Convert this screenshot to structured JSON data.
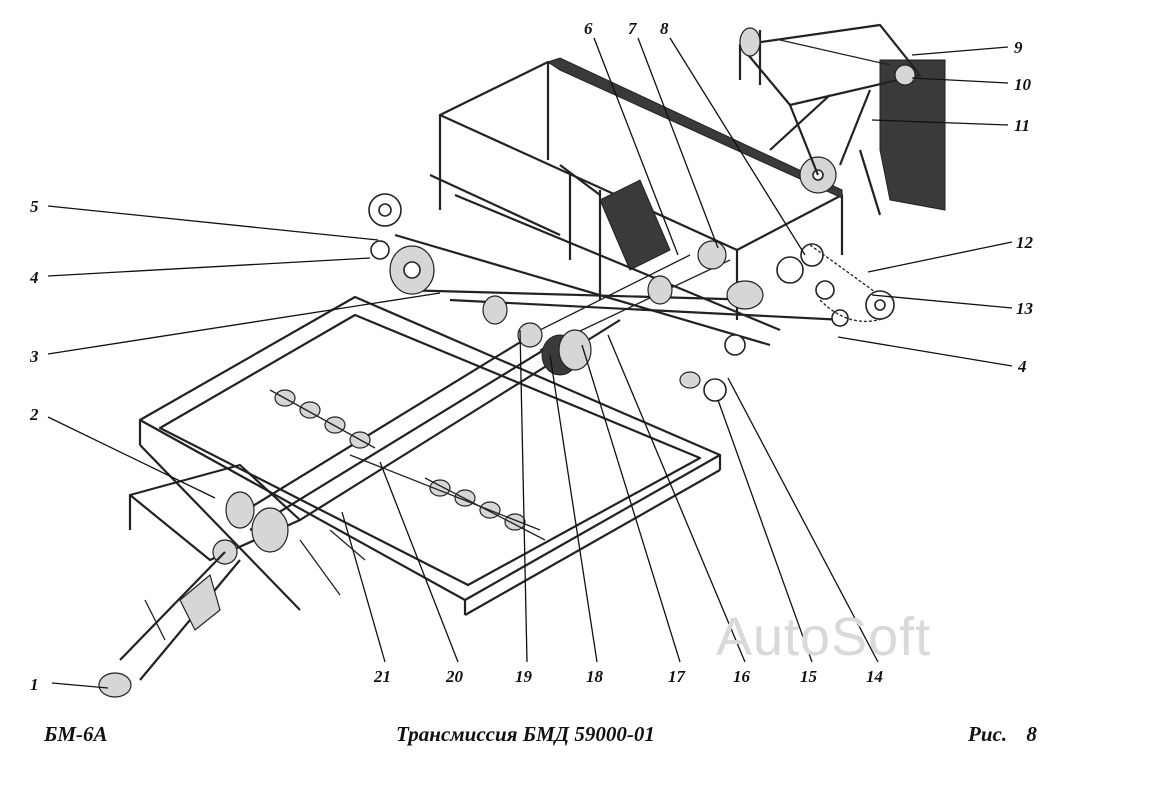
{
  "figure": {
    "model": "БМ-6А",
    "caption": "Трансмиссия БМД 59000-01",
    "figure_ref": "Рис.   8",
    "watermark": "AutoSoft"
  },
  "callouts": [
    {
      "id": "1",
      "text": "1"
    },
    {
      "id": "2",
      "text": "2"
    },
    {
      "id": "3",
      "text": "3"
    },
    {
      "id": "4a",
      "text": "4"
    },
    {
      "id": "5",
      "text": "5"
    },
    {
      "id": "6",
      "text": "6"
    },
    {
      "id": "7",
      "text": "7"
    },
    {
      "id": "8",
      "text": "8"
    },
    {
      "id": "9",
      "text": "9"
    },
    {
      "id": "10",
      "text": "10"
    },
    {
      "id": "11",
      "text": "11"
    },
    {
      "id": "12",
      "text": "12"
    },
    {
      "id": "13",
      "text": "13"
    },
    {
      "id": "4b",
      "text": "4"
    },
    {
      "id": "14",
      "text": "14"
    },
    {
      "id": "15",
      "text": "15"
    },
    {
      "id": "16",
      "text": "16"
    },
    {
      "id": "17",
      "text": "17"
    },
    {
      "id": "18",
      "text": "18"
    },
    {
      "id": "19",
      "text": "19"
    },
    {
      "id": "20",
      "text": "20"
    },
    {
      "id": "21",
      "text": "21"
    }
  ]
}
